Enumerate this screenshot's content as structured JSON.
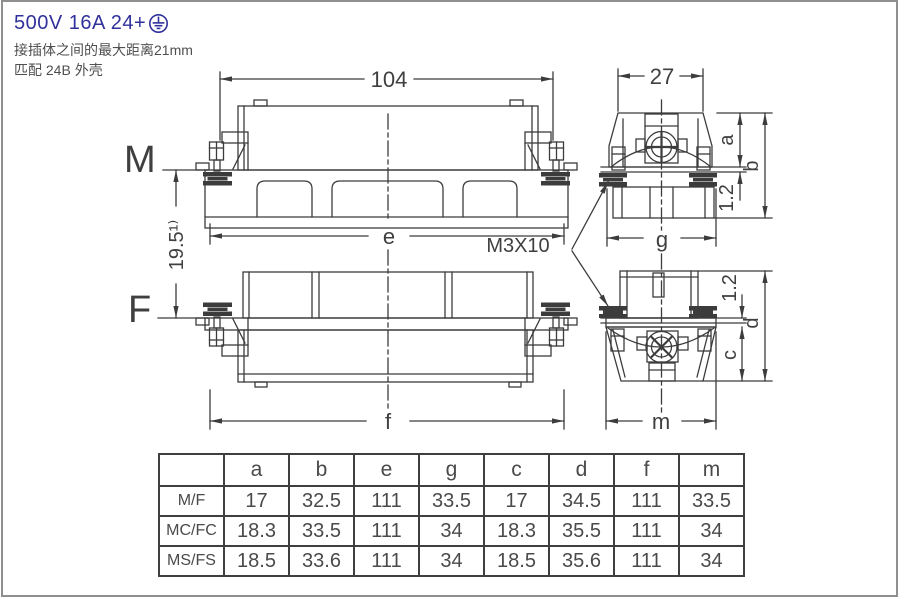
{
  "header": {
    "rating": "500V 16A 24+",
    "earth_icon": "protective-earth",
    "note_line1": "接插体之间的最大距离21mm",
    "note_line2": "匹配 24B 外壳",
    "accent_color": "#31319c"
  },
  "drawing": {
    "line_color": "#3c3c3c",
    "view_labels": {
      "male": "M",
      "female": "F"
    },
    "dims": {
      "overall_width": "104",
      "side_width": "27",
      "panel_spacing": "19.5¹⁾",
      "screw_spec": "M3X10",
      "e": "e",
      "f": "f",
      "g": "g",
      "m": "m",
      "a": "a",
      "b": "b",
      "c": "c",
      "d": "d",
      "flange_top": "1.2",
      "flange_bottom": "1.2"
    }
  },
  "table": {
    "columns": [
      "",
      "a",
      "b",
      "e",
      "g",
      "c",
      "d",
      "f",
      "m"
    ],
    "rows": [
      {
        "label": "M/F",
        "values": [
          "17",
          "32.5",
          "111",
          "33.5",
          "17",
          "34.5",
          "111",
          "33.5"
        ]
      },
      {
        "label": "MC/FC",
        "values": [
          "18.3",
          "33.5",
          "111",
          "34",
          "18.3",
          "35.5",
          "111",
          "34"
        ]
      },
      {
        "label": "MS/FS",
        "values": [
          "18.5",
          "33.6",
          "111",
          "34",
          "18.5",
          "35.6",
          "111",
          "34"
        ]
      }
    ]
  }
}
